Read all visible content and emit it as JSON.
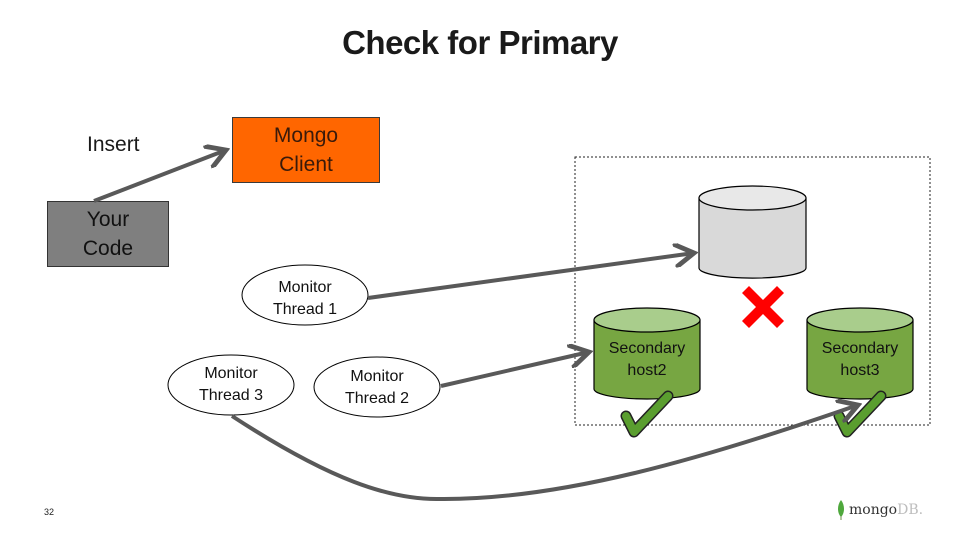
{
  "title": "Check for Primary",
  "insert_label": "Insert",
  "mongo_client": {
    "line1": "Mongo",
    "line2": "Client",
    "color": "#ff6600"
  },
  "your_code": {
    "line1": "Your",
    "line2": "Code",
    "color": "#7f7f7f"
  },
  "monitor_threads": [
    {
      "line1": "Monitor",
      "line2": "Thread 1"
    },
    {
      "line1": "Monitor",
      "line2": "Thread 2"
    },
    {
      "line1": "Monitor",
      "line2": "Thread 3"
    }
  ],
  "primary_node": {
    "status": "unavailable",
    "status_icon": "red-x-icon",
    "color": "#d9d9d9"
  },
  "secondaries": [
    {
      "line1": "Secondary",
      "line2": "host2",
      "status": "ok",
      "status_icon": "green-check-icon",
      "color": "#77a642"
    },
    {
      "line1": "Secondary",
      "line2": "host3",
      "status": "ok",
      "status_icon": "green-check-icon",
      "color": "#77a642"
    }
  ],
  "page_number": "32",
  "logo": {
    "part1": "mongo",
    "part2": "DB",
    "suffix": "."
  }
}
